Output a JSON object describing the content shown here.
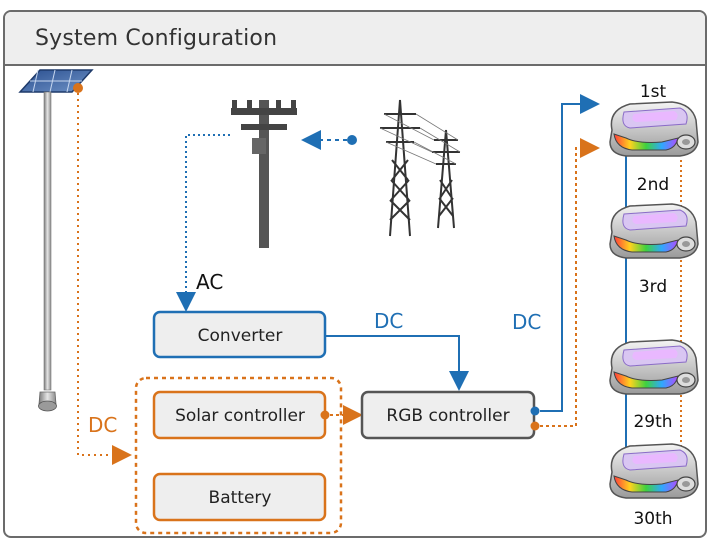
{
  "header": {
    "title": "System Configuration"
  },
  "labels": {
    "ac": "AC",
    "dc_converter": "DC",
    "dc_output": "DC",
    "dc_solar": "DC"
  },
  "boxes": {
    "converter": "Converter",
    "solar_controller": "Solar controller",
    "rgb_controller": "RGB controller",
    "battery": "Battery"
  },
  "devices": [
    "1st",
    "2nd",
    "3rd",
    "29th",
    "30th"
  ],
  "colors": {
    "blue": "#1f6fb4",
    "orange": "#d9731b",
    "frame": "#6b6b6b",
    "box_fill": "#eeeeee"
  }
}
